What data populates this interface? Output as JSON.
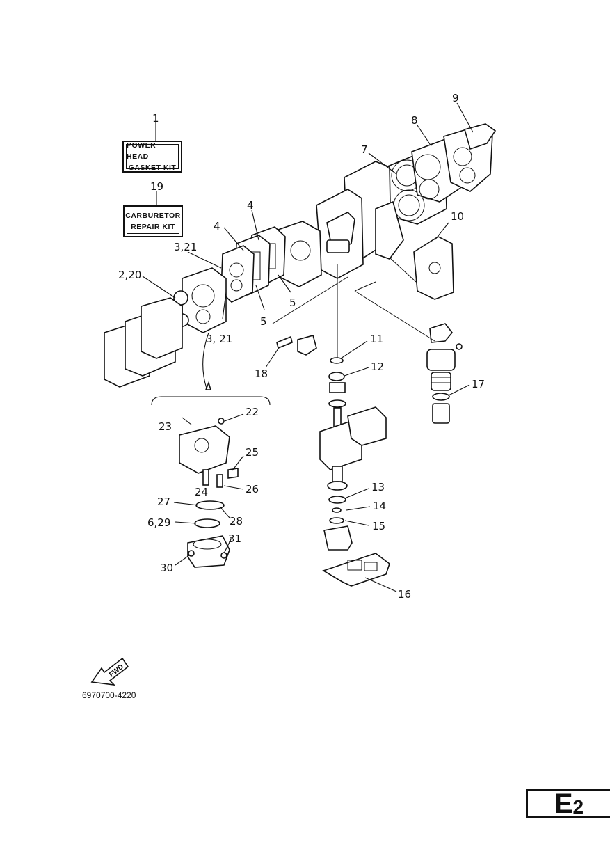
{
  "kits": [
    {
      "line1": "POWER HEAD",
      "line2": "GASKET KIT"
    },
    {
      "line1": "CARBURETOR",
      "line2": "REPAIR KIT"
    }
  ],
  "callouts": [
    {
      "id": "c1",
      "text": "1"
    },
    {
      "id": "c19",
      "text": "19"
    },
    {
      "id": "c2_20",
      "text": "2,20"
    },
    {
      "id": "c3_21a",
      "text": "3,21"
    },
    {
      "id": "c3_21b",
      "text": "3, 21"
    },
    {
      "id": "c4a",
      "text": "4"
    },
    {
      "id": "c4b",
      "text": "4"
    },
    {
      "id": "c5a",
      "text": "5"
    },
    {
      "id": "c5b",
      "text": "5"
    },
    {
      "id": "c7",
      "text": "7"
    },
    {
      "id": "c8",
      "text": "8"
    },
    {
      "id": "c9",
      "text": "9"
    },
    {
      "id": "c10",
      "text": "10"
    },
    {
      "id": "c11",
      "text": "11"
    },
    {
      "id": "c12",
      "text": "12"
    },
    {
      "id": "c13",
      "text": "13"
    },
    {
      "id": "c14",
      "text": "14"
    },
    {
      "id": "c15",
      "text": "15"
    },
    {
      "id": "c16",
      "text": "16"
    },
    {
      "id": "c17",
      "text": "17"
    },
    {
      "id": "c18",
      "text": "18"
    },
    {
      "id": "c22",
      "text": "22"
    },
    {
      "id": "c23",
      "text": "23"
    },
    {
      "id": "c24",
      "text": "24"
    },
    {
      "id": "c25",
      "text": "25"
    },
    {
      "id": "c26",
      "text": "26"
    },
    {
      "id": "c27",
      "text": "27"
    },
    {
      "id": "c28",
      "text": "28"
    },
    {
      "id": "c6_29",
      "text": "6,29"
    },
    {
      "id": "c30",
      "text": "30"
    },
    {
      "id": "c31",
      "text": "31"
    }
  ],
  "fwd_label": "FWD",
  "catalog_number": "6970700-4220",
  "page_tab": {
    "letter": "E",
    "number": "2"
  }
}
